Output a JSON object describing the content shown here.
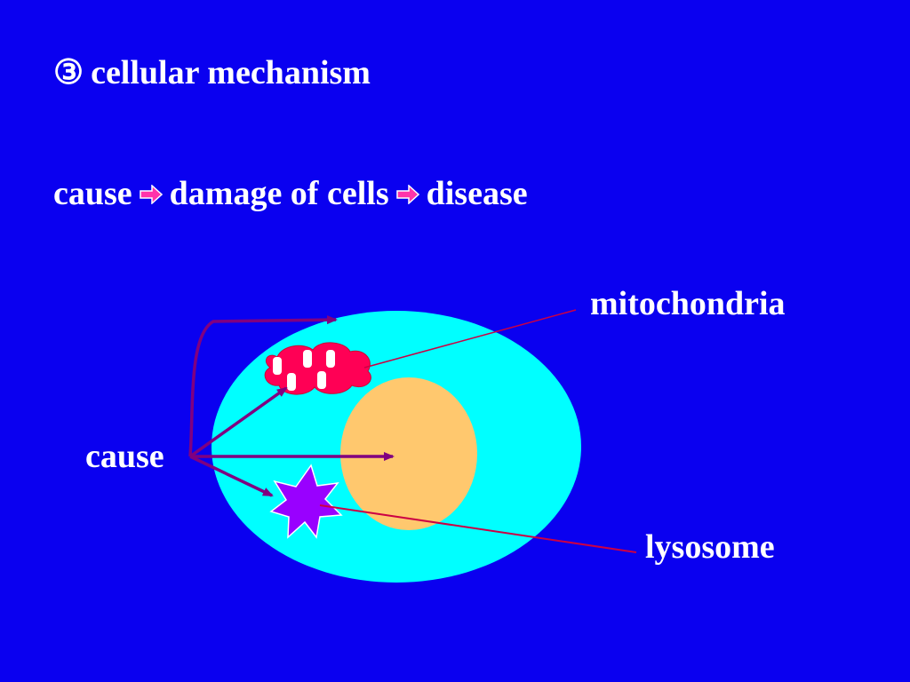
{
  "slide": {
    "title_marker": "③",
    "title": "cellular mechanism",
    "flow": {
      "step1": "cause",
      "step2": "damage of cells",
      "step3": "disease"
    },
    "labels": {
      "mitochondria": "mitochondria",
      "cause": "cause",
      "lysosome": "lysosome"
    }
  },
  "colors": {
    "background": "#0a00f0",
    "cell": "#00ffff",
    "nucleus": "#ffc86e",
    "mitochondria": "#ff0055",
    "lysosome": "#9900ff",
    "arrow": "#800080",
    "leader_line": "#cc0044",
    "text": "#ffffff"
  }
}
